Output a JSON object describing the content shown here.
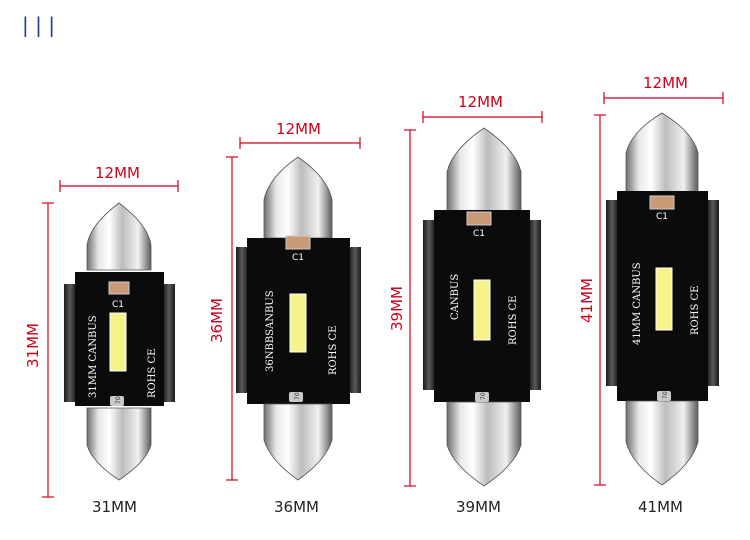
{
  "logo_mark": "| | |",
  "colors": {
    "dimension": "#d0021b",
    "caption": "#222222",
    "pcb": "#0b0b0b",
    "led": "#f5f38a",
    "cap": "#c9c9c9"
  },
  "bulbs": [
    {
      "width_label": "12MM",
      "height_label": "31MM",
      "caption": "31MM",
      "model_text": "31MM CANBUS",
      "mark_text": "ROHS  CE",
      "component_label": "C1",
      "small_label": "70"
    },
    {
      "width_label": "12MM",
      "height_label": "36MM",
      "caption": "36MM",
      "model_text": "36NBBSANBUS",
      "mark_text": "ROHS  CE",
      "component_label": "C1",
      "small_label": "70"
    },
    {
      "width_label": "12MM",
      "height_label": "39MM",
      "caption": "39MM",
      "model_text": "CANBUS",
      "mark_text": "ROHS  CE",
      "component_label": "C1",
      "small_label": "70"
    },
    {
      "width_label": "12MM",
      "height_label": "41MM",
      "caption": "41MM",
      "model_text": "41MM CANBUS",
      "mark_text": "ROHS  CE",
      "component_label": "C1",
      "small_label": "70"
    }
  ]
}
